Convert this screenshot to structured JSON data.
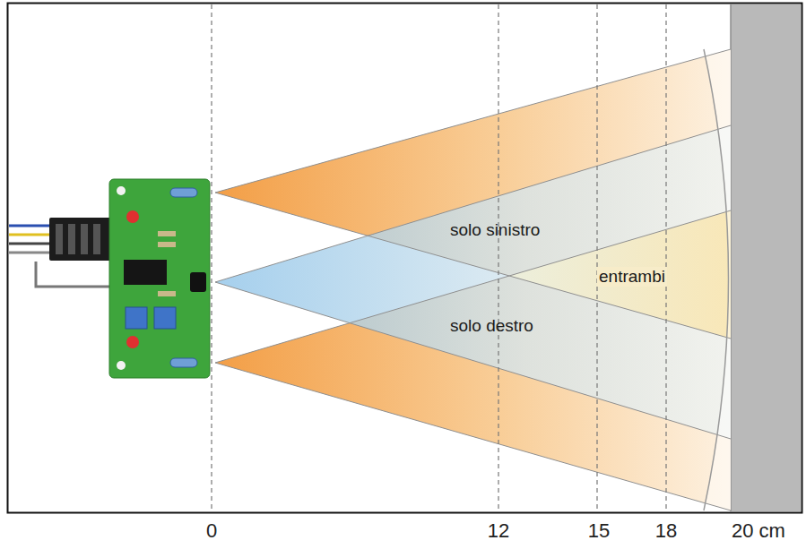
{
  "diagram": {
    "labels": [
      "solo sinistro",
      "entrambi",
      "solo destro",
      "0",
      "12",
      "15",
      "18",
      "20 cm"
    ]
  }
}
